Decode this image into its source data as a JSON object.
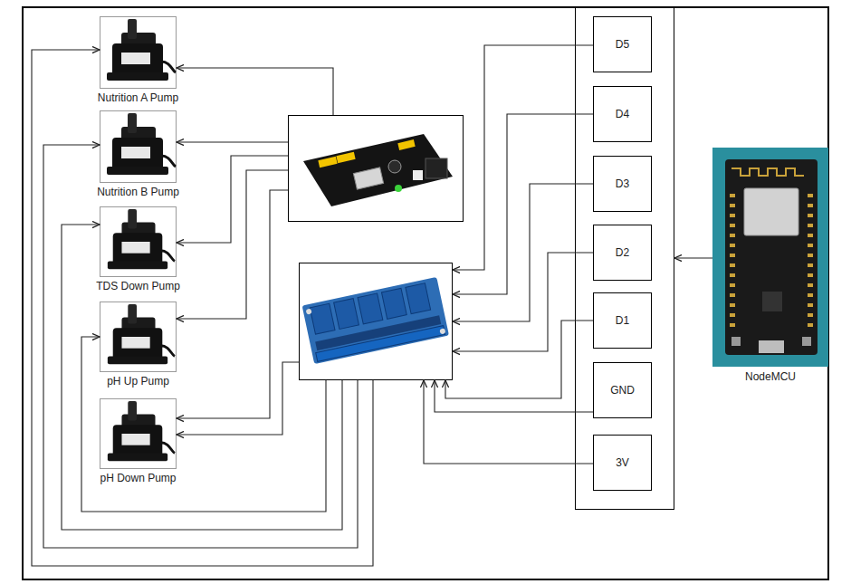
{
  "diagram": {
    "nodes": [
      {
        "text": [
          "Nutrition A Pump"
        ]
      },
      {
        "text": [
          "Nutrition B Pump"
        ]
      },
      {
        "text": [
          "TDS Down Pump"
        ]
      },
      {
        "text": [
          "pH Up Pump"
        ]
      },
      {
        "text": [
          "pH Down Pump"
        ]
      },
      {
        "text": []
      },
      {
        "text": []
      },
      {
        "text": []
      },
      {
        "text": [
          "D5"
        ],
        "in": 7
      },
      {
        "text": [
          "D4"
        ],
        "in": 7
      },
      {
        "text": [
          "D3"
        ],
        "in": 7
      },
      {
        "text": [
          "D2"
        ],
        "in": 7
      },
      {
        "text": [
          "D1"
        ],
        "in": 7
      },
      {
        "text": [
          "GND"
        ],
        "in": 7
      },
      {
        "text": [
          "3V"
        ],
        "in": 7
      },
      {
        "text": [
          "NodeMCU"
        ]
      }
    ],
    "edges": [
      {
        "from": 5,
        "to": 0,
        "arrow": "to"
      },
      {
        "from": 5,
        "to": 1,
        "arrow": "to"
      },
      {
        "from": 5,
        "to": 2,
        "arrow": "to"
      },
      {
        "from": 5,
        "to": 3,
        "arrow": "to"
      },
      {
        "from": 5,
        "to": 4,
        "arrow": "to"
      },
      {
        "from": 6,
        "to": 0,
        "arrow": "to"
      },
      {
        "from": 6,
        "to": 1,
        "arrow": "to"
      },
      {
        "from": 6,
        "to": 2,
        "arrow": "to"
      },
      {
        "from": 6,
        "to": 3,
        "arrow": "to"
      },
      {
        "from": 6,
        "to": 4,
        "arrow": "to"
      },
      {
        "from": 8,
        "to": 6,
        "arrow": "to"
      },
      {
        "from": 9,
        "to": 6,
        "arrow": "to"
      },
      {
        "from": 10,
        "to": 6,
        "arrow": "to"
      },
      {
        "from": 11,
        "to": 6,
        "arrow": "to"
      },
      {
        "from": 12,
        "to": 6,
        "arrow": "to"
      },
      {
        "from": 13,
        "to": 6,
        "arrow": "to"
      },
      {
        "from": 14,
        "to": 6,
        "arrow": "to"
      },
      {
        "from": 15,
        "to": 7,
        "arrow": "to"
      }
    ]
  }
}
